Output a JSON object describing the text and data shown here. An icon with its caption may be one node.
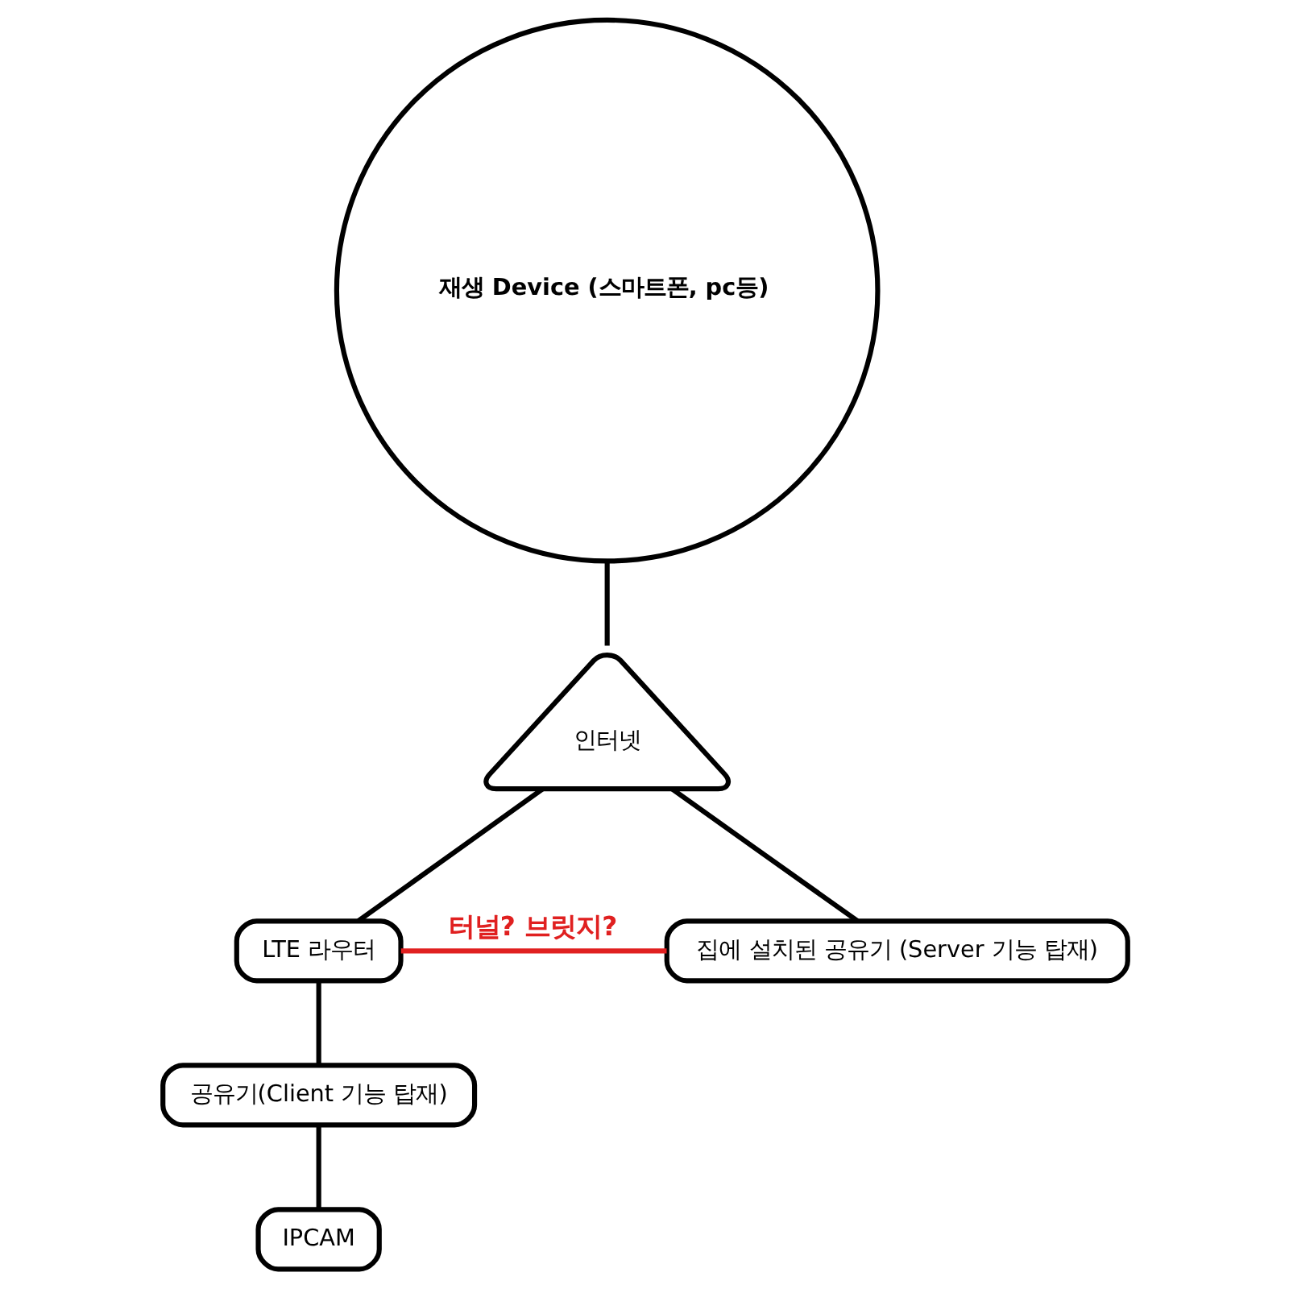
{
  "diagram": {
    "nodes": [
      {
        "text": [
          "재생 Device (스마트폰, pc등)"
        ]
      },
      {
        "text": [
          "인터넷"
        ]
      },
      {
        "text": [
          "LTE 라우터"
        ]
      },
      {
        "text": [
          "공유기(Client 기능 탑재)"
        ]
      },
      {
        "text": [
          "IPCAM"
        ]
      },
      {
        "text": [
          "집에 설치된 공유기 (Server 기능 탑재)"
        ]
      }
    ],
    "edges": [
      {
        "from": 0,
        "to": 1,
        "arrow": "none"
      },
      {
        "from": 1,
        "to": 2,
        "arrow": "none"
      },
      {
        "from": 1,
        "to": 5,
        "arrow": "none"
      },
      {
        "from": 2,
        "to": 3,
        "arrow": "none"
      },
      {
        "from": 3,
        "to": 4,
        "arrow": "none"
      },
      {
        "from": 2,
        "to": 5,
        "arrow": "none",
        "label": "터널? 브릿지?",
        "color": "#e02020"
      }
    ]
  }
}
